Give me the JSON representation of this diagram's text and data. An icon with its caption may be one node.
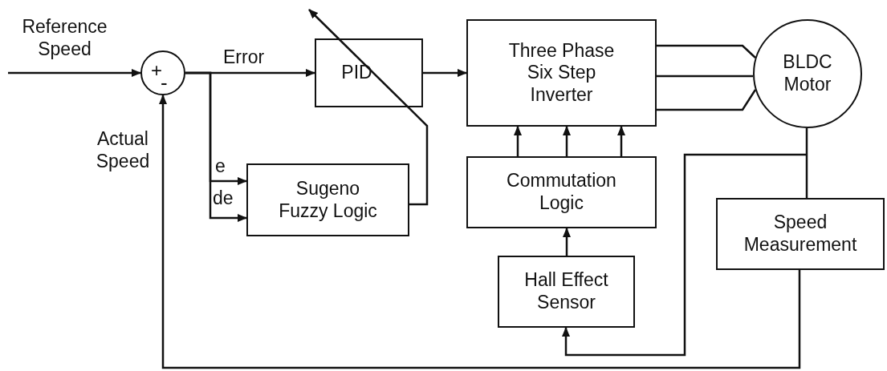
{
  "diagram": {
    "nodes": [
      {
        "text": [
          "+",
          "-"
        ]
      },
      {
        "text": [
          "PID"
        ]
      },
      {
        "text": [
          "Three Phase Six Step Inverter"
        ]
      },
      {
        "text": [
          "BLDC Motor"
        ]
      },
      {
        "text": [
          "Sugeno Fuzzy Logic"
        ]
      },
      {
        "text": [
          "Commutation Logic"
        ]
      },
      {
        "text": [
          "Hall Effect Sensor"
        ]
      },
      {
        "text": [
          "Speed Measurement"
        ]
      }
    ],
    "edges": [
      {
        "from": null,
        "to": 0,
        "arrow": "to",
        "label": "Reference Speed"
      },
      {
        "from": 0,
        "to": 1,
        "arrow": "to",
        "label": "Error"
      },
      {
        "from": 0,
        "to": 4,
        "arrow": "to",
        "label": "e"
      },
      {
        "from": 0,
        "to": 4,
        "arrow": "to",
        "label": "de"
      },
      {
        "from": 4,
        "to": 1,
        "arrow": "to"
      },
      {
        "from": 1,
        "to": 2,
        "arrow": "to"
      },
      {
        "from": 2,
        "to": 3,
        "arrow": "none"
      },
      {
        "from": 2,
        "to": 3,
        "arrow": "none"
      },
      {
        "from": 2,
        "to": 3,
        "arrow": "none"
      },
      {
        "from": 5,
        "to": 2,
        "arrow": "to"
      },
      {
        "from": 5,
        "to": 2,
        "arrow": "to"
      },
      {
        "from": 5,
        "to": 2,
        "arrow": "to"
      },
      {
        "from": 6,
        "to": 5,
        "arrow": "to"
      },
      {
        "from": 3,
        "to": 7,
        "arrow": "none"
      },
      {
        "from": 3,
        "to": 6,
        "arrow": "to"
      },
      {
        "from": 7,
        "to": 0,
        "arrow": "to",
        "label": "Actual Speed"
      }
    ]
  }
}
